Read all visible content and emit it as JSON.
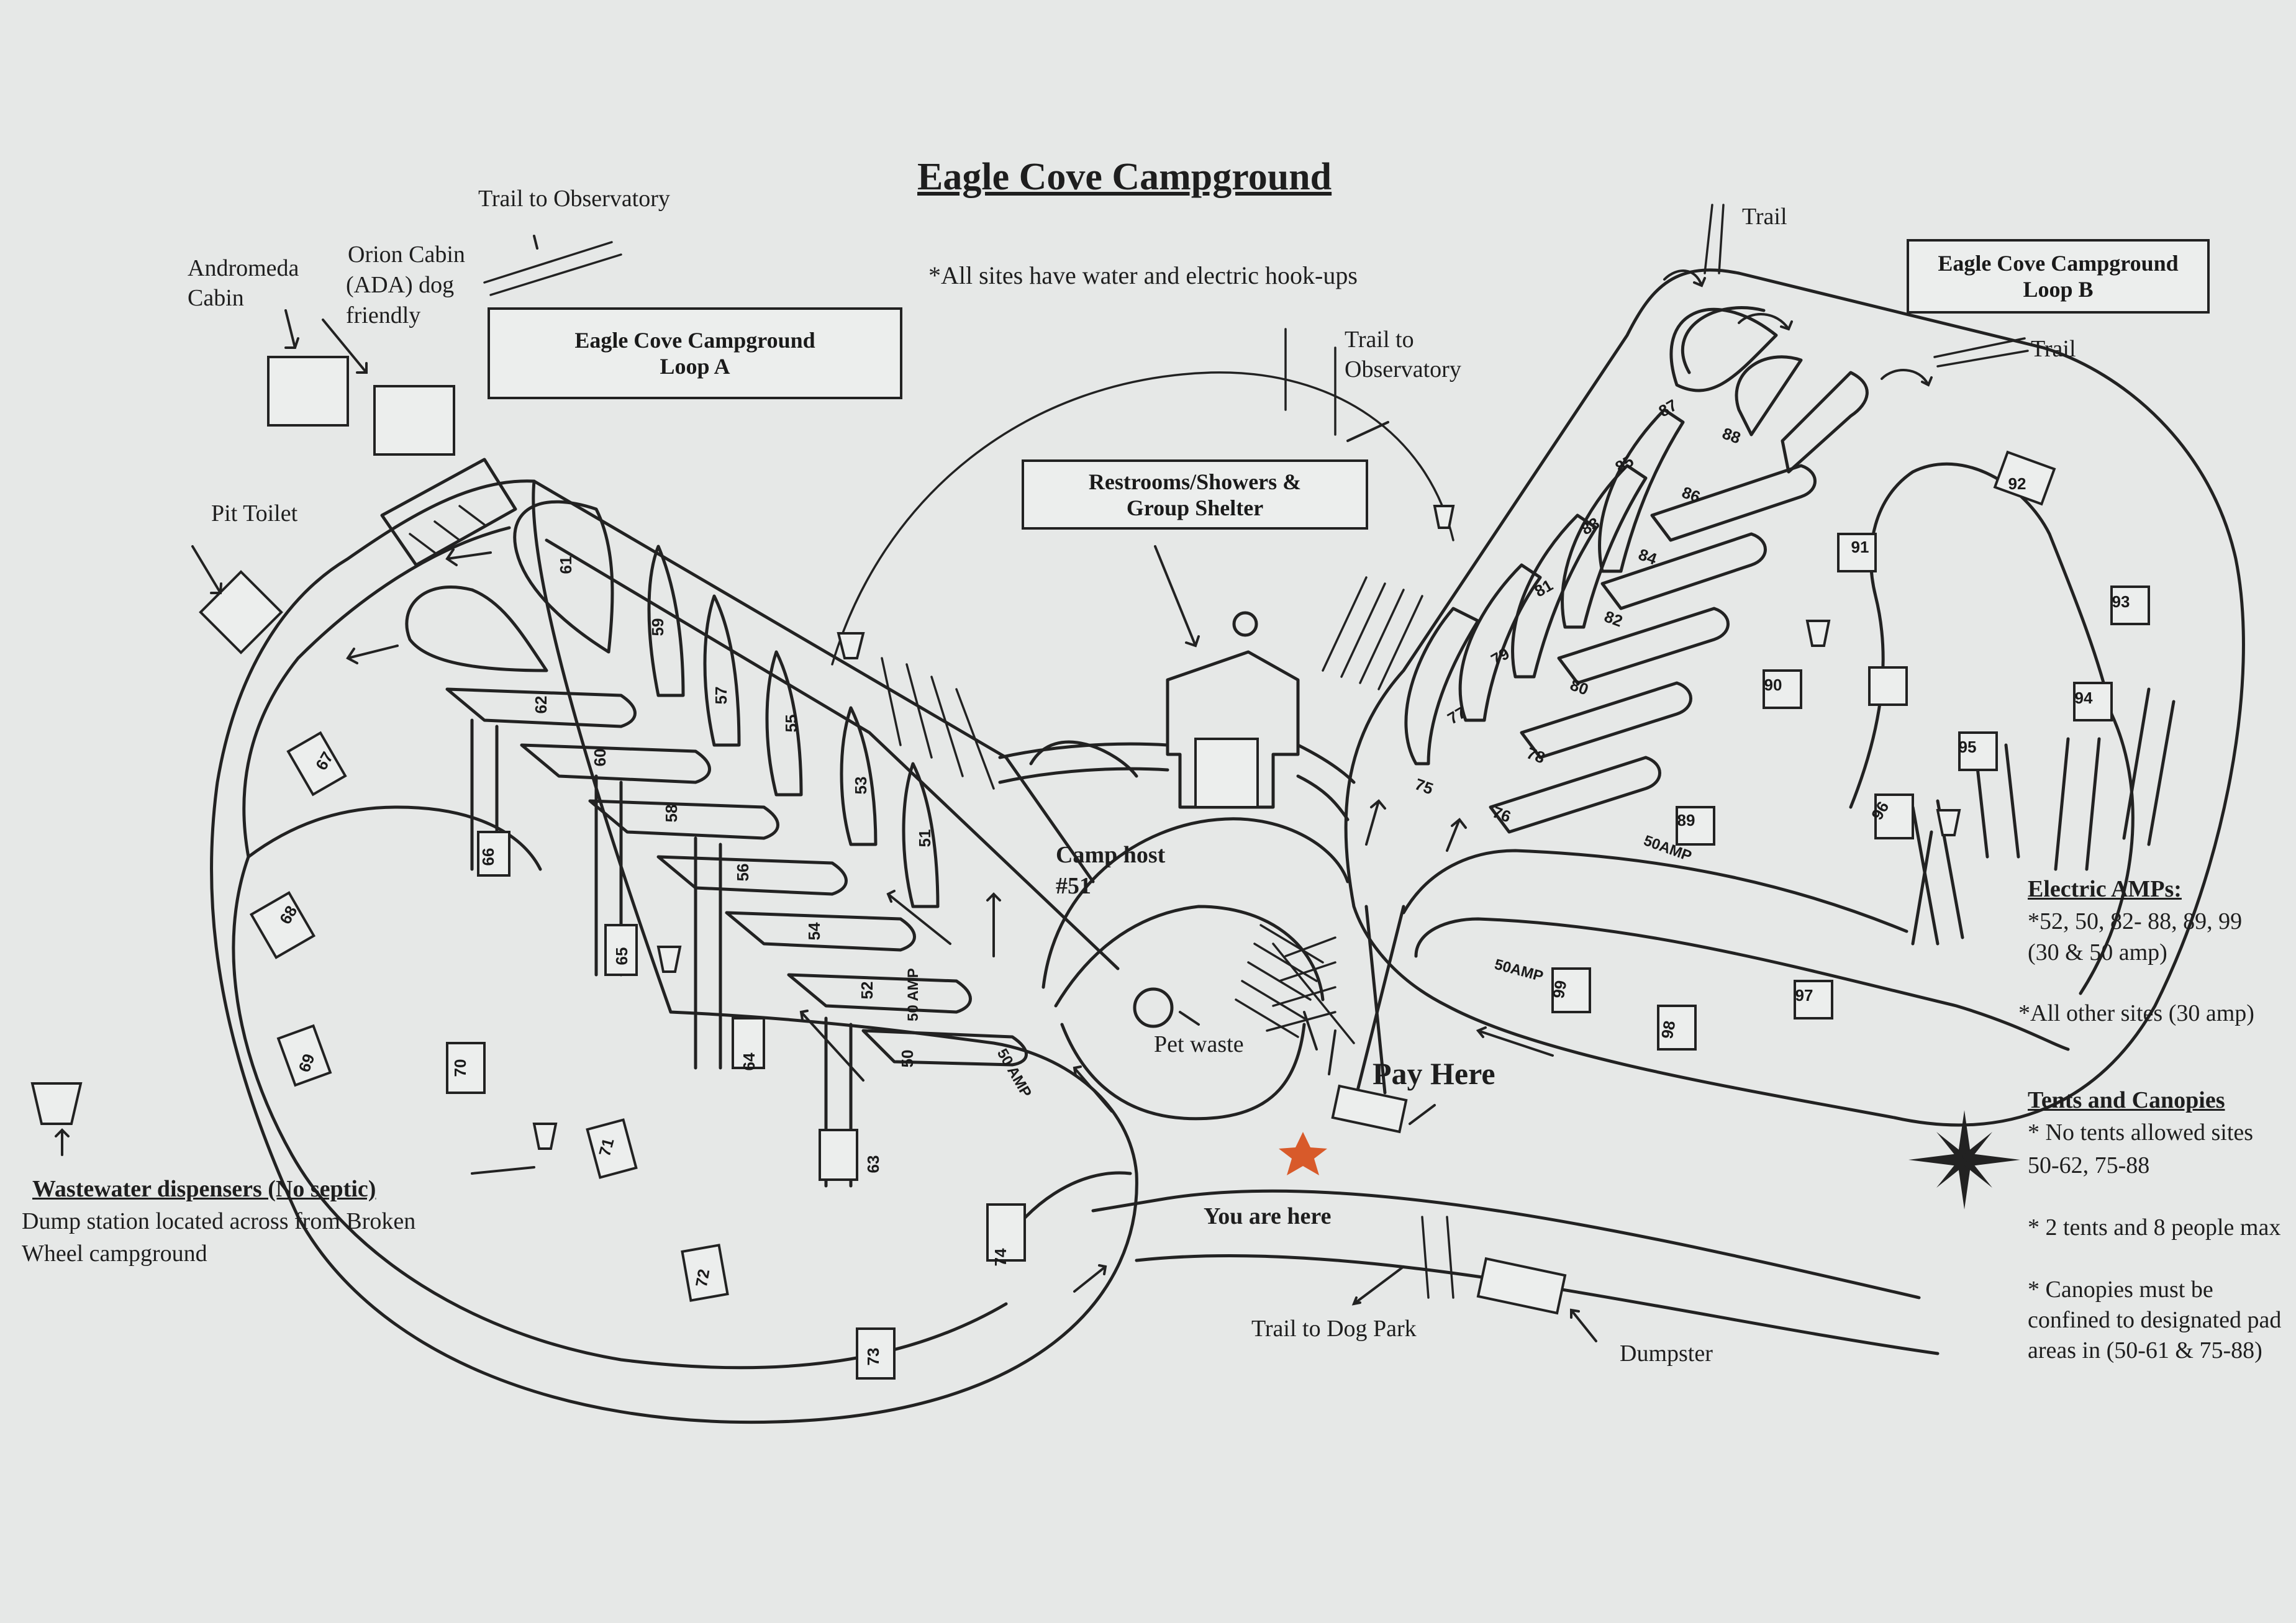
{
  "title": "Eagle Cove Campground",
  "subtitle": "*All sites have water and electric hook-ups",
  "loop_a": {
    "line1": "Eagle Cove Campground",
    "line2": "Loop A"
  },
  "loop_b": {
    "line1": "Eagle Cove Campground",
    "line2": "Loop B"
  },
  "restrooms": {
    "line1": "Restrooms/Showers &",
    "line2": "Group Shelter"
  },
  "labels": {
    "trail_obs_1": "Trail to Observatory",
    "trail_obs_2a": "Trail to",
    "trail_obs_2b": "Observatory",
    "trail_1": "Trail",
    "trail_2": "Trail",
    "andromeda_1": "Andromeda",
    "andromeda_2": "Cabin",
    "orion_1": "Orion Cabin",
    "orion_2": "(ADA) dog",
    "orion_3": "friendly",
    "pit_toilet": "Pit Toilet",
    "camp_host_1": "Camp host",
    "camp_host_2": "#51",
    "pet_waste": "Pet waste",
    "pay_here": "Pay Here",
    "you_are_here": "You are here",
    "trail_dog_park": "Trail to Dog Park",
    "dumpster": "Dumpster",
    "wastewater_title": "Wastewater dispensers (No septic)",
    "wastewater_1": "Dump station located across from Broken",
    "wastewater_2": "Wheel campground"
  },
  "electric": {
    "title": "Electric AMPs:",
    "line1": "*52, 50, 82- 88, 89, 99",
    "line2": "(30 & 50 amp)",
    "line3": "*All other sites (30 amp)"
  },
  "tents": {
    "title": "Tents and Canopies",
    "line1": "* No tents allowed sites",
    "line2": "50-62, 75-88",
    "line3": "* 2 tents and 8 people max",
    "line4": "* Canopies must be",
    "line5": "confined to designated pad",
    "line6": "areas in (50-61 & 75-88)"
  },
  "amp_labels": [
    "50 AMP",
    "50 AMP",
    "50AMP",
    "50AMP"
  ],
  "sites": [
    "50",
    "51",
    "52",
    "53",
    "54",
    "55",
    "56",
    "57",
    "58",
    "59",
    "60",
    "61",
    "62",
    "63",
    "64",
    "65",
    "66",
    "67",
    "68",
    "69",
    "70",
    "71",
    "72",
    "73",
    "74",
    "75",
    "76",
    "77",
    "78",
    "79",
    "80",
    "81",
    "82",
    "83",
    "84",
    "85",
    "86",
    "87",
    "88",
    "89",
    "90",
    "91",
    "92",
    "93",
    "94",
    "95",
    "96",
    "97",
    "98",
    "99"
  ],
  "colors": {
    "ink": "#222222",
    "paper": "#e6e8e7",
    "star": "#d85a2a"
  },
  "icons": [
    "compass-icon",
    "you-are-here-star-icon",
    "wastewater-dispenser-icon",
    "arrow-icon"
  ]
}
